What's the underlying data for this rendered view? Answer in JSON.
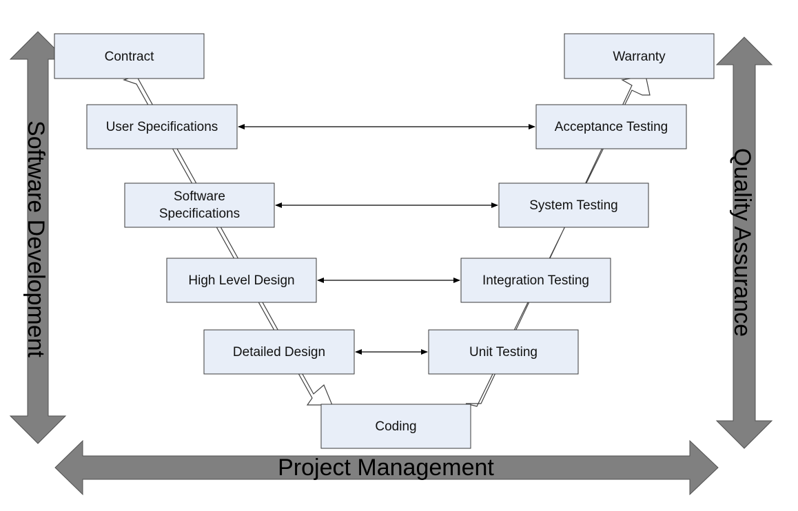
{
  "diagram": {
    "boxes": {
      "contract": "Contract",
      "user_spec": "User Specifications",
      "software_spec_line1": "Software",
      "software_spec_line2": "Specifications",
      "high_level_design": "High Level Design",
      "detailed_design": "Detailed Design",
      "coding": "Coding",
      "unit_testing": "Unit Testing",
      "integration_testing": "Integration Testing",
      "system_testing": "System Testing",
      "acceptance_testing": "Acceptance Testing",
      "warranty": "Warranty"
    },
    "side_labels": {
      "left": "Software Development",
      "right": "Quality Assurance",
      "bottom": "Project Management"
    },
    "colors": {
      "box_fill": "#e8eef8",
      "big_arrow_fill": "#808080"
    }
  }
}
